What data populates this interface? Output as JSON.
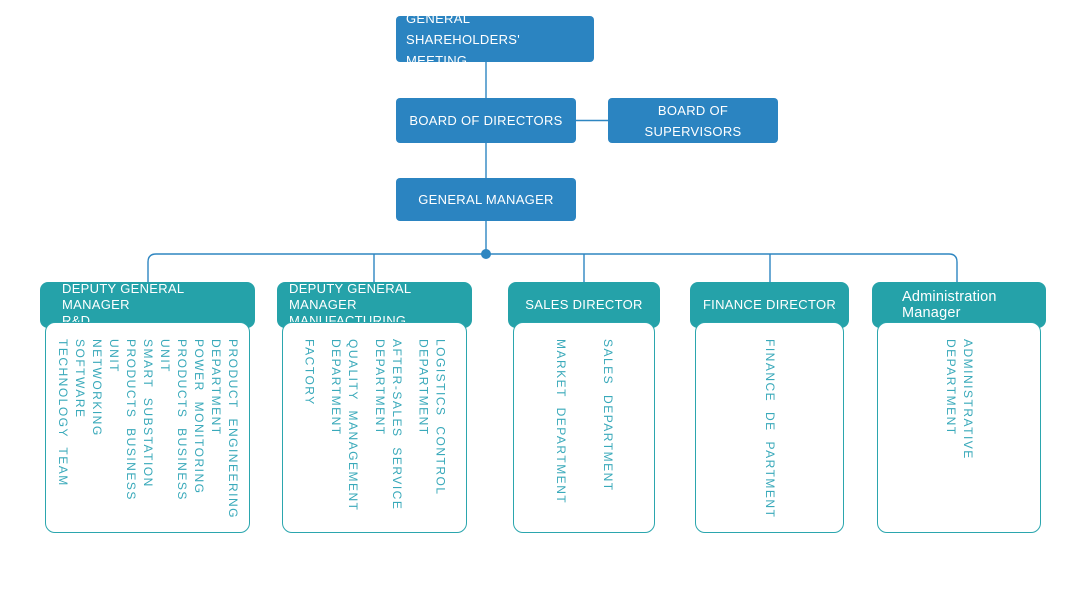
{
  "colors": {
    "node_blue": "#2B84C1",
    "connector_blue": "#2E86C1",
    "dept_teal": "#25A2A9",
    "dept_border_teal": "#2BA6AE",
    "dept_item_text": "#39A9BA"
  },
  "top_nodes": {
    "shareholders_meeting": "GENERAL SHAREHOLDERS'\nMEETING",
    "board_of_directors": "BOARD OF DIRECTORS",
    "board_of_supervisors": "BOARD OF SUPERVISORS",
    "general_manager": "GENERAL MANAGER"
  },
  "departments": [
    {
      "id": "rnd",
      "title": "DEPUTY GENERAL MANAGER\nR&D",
      "items": [
        "NETWORKING SOFTWARE\nTECHNOLOGY TEAM",
        "SMART SUBSTATION\nPRODUCTS BUSINESS UNIT",
        "POWER MONITORING\nPRODUCTS BUSINESS UNIT",
        "PRODUCT ENGINEERING\nDEPARTMENT"
      ]
    },
    {
      "id": "manufacturing",
      "title": "DEPUTY GENERAL MANAGER\nMANUFACTURING",
      "items": [
        "FACTORY",
        "QUALITY MANAGEMENT\nDEPARTMENT",
        "AFTER-SALES SERVICE\nDEPARTMENT",
        "LOGISTICS CONTROL\nDEPARTMENT"
      ]
    },
    {
      "id": "sales",
      "title": "SALES DIRECTOR",
      "items": [
        "MARKET DEPARTMENT",
        "SALES DEPARTMENT"
      ]
    },
    {
      "id": "finance",
      "title": "FINANCE DIRECTOR",
      "items": [
        "FINANCE DE PARTMENT"
      ]
    },
    {
      "id": "administration",
      "title": "Administration\nManager",
      "items": [
        "ADMINISTRATIVE\nDEPARTMENT"
      ]
    }
  ]
}
